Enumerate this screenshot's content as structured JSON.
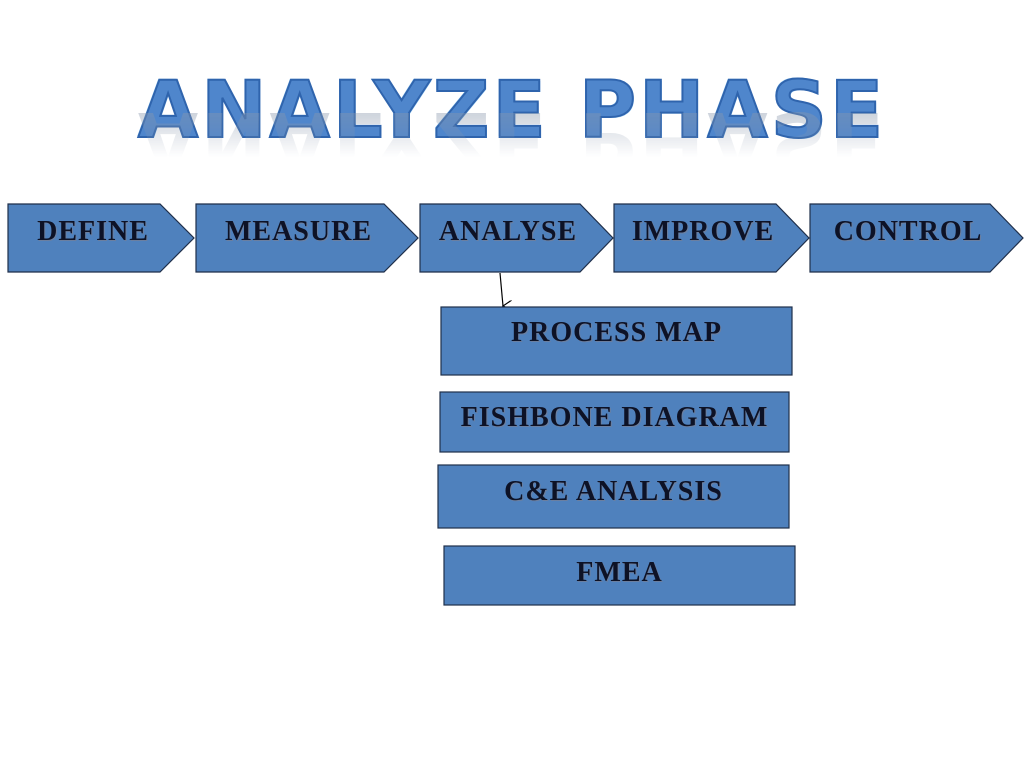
{
  "title": "ANALYZE PHASE",
  "colors": {
    "shape_fill": "#4f81bd",
    "shape_stroke": "#1f2f4a",
    "title_fill": "#4f86cc",
    "title_outline": "#9fd0f5",
    "label_text": "#0d1226",
    "background": "#ffffff"
  },
  "process_steps": [
    {
      "label": "DEFINE"
    },
    {
      "label": "MEASURE"
    },
    {
      "label": "ANALYSE"
    },
    {
      "label": "IMPROVE"
    },
    {
      "label": "CONTROL"
    }
  ],
  "analyse_tools": [
    {
      "label": "PROCESS MAP"
    },
    {
      "label": "FISHBONE DIAGRAM"
    },
    {
      "label": "C&E ANALYSIS"
    },
    {
      "label": "FMEA"
    }
  ],
  "connector": {
    "from": "ANALYSE",
    "to": "PROCESS MAP",
    "icon": "arrow-down-icon"
  }
}
